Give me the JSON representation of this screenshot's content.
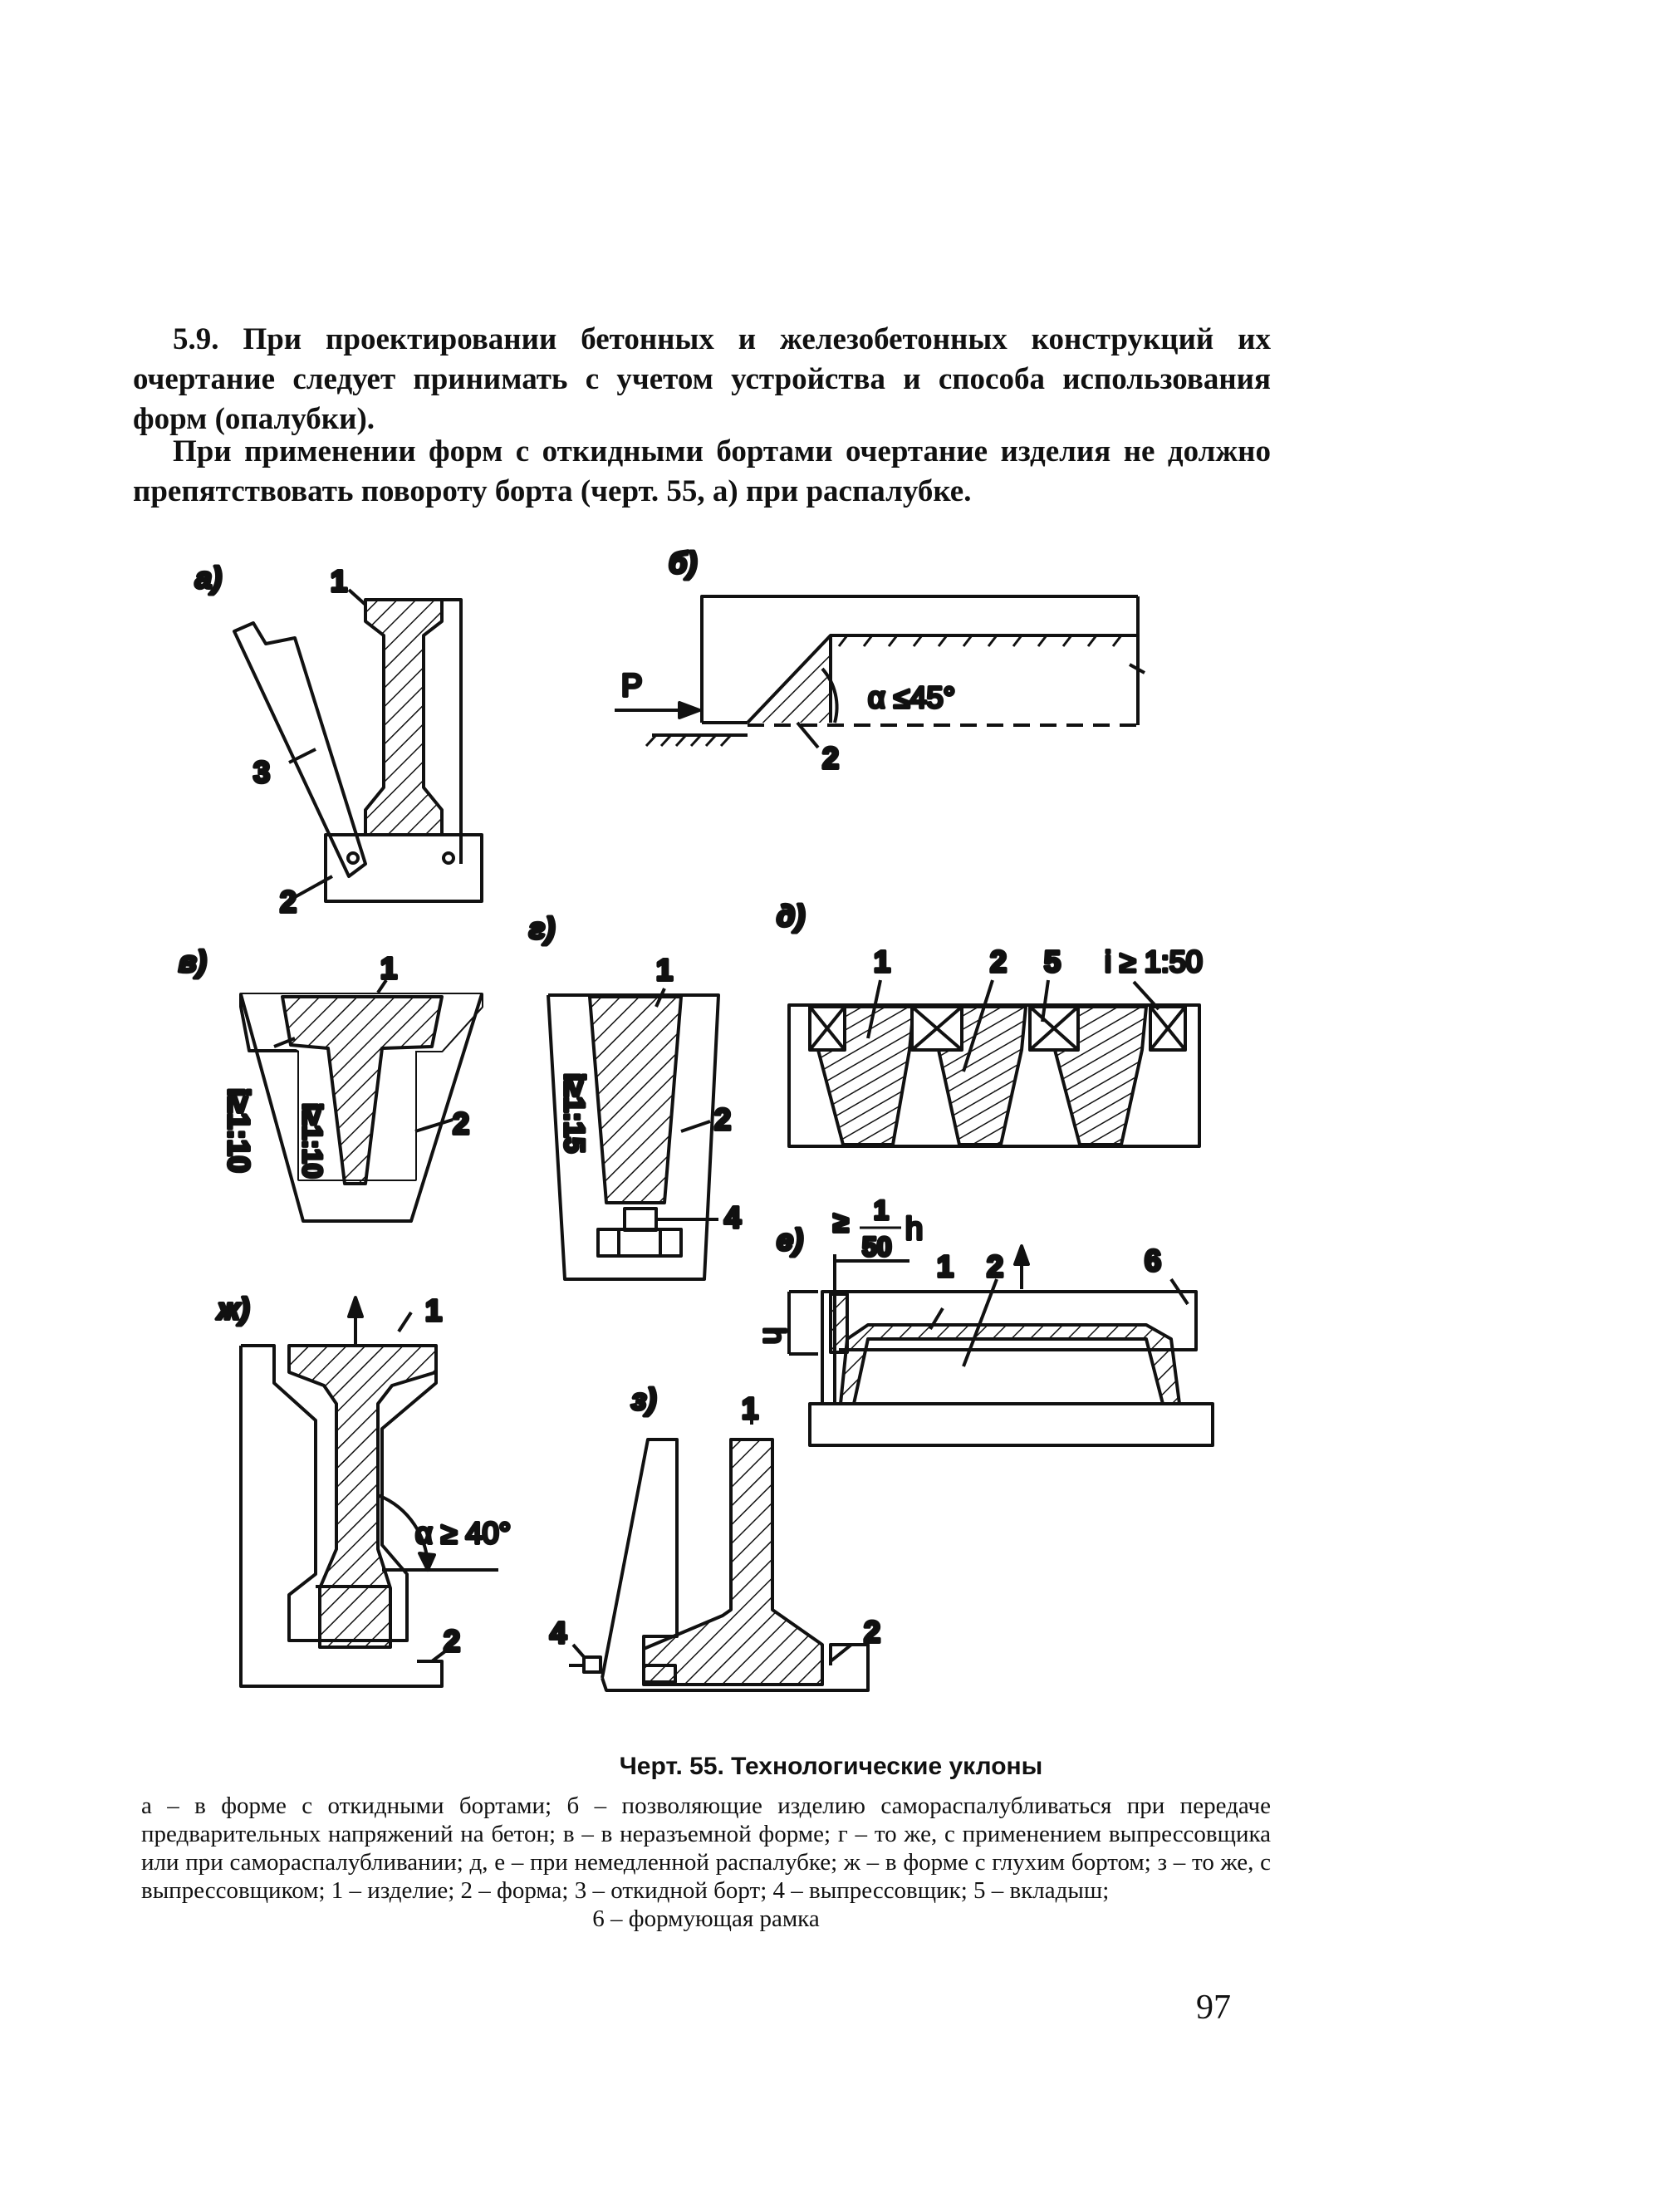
{
  "text": {
    "p1_num": "5.9.",
    "p1_body": "При проектировании бетонных и железобетонных конструкций их очертание следует принимать с учетом устройства и способа использования форм (опалубки).",
    "p2_body": "При применении форм с откидными бортами очертание изделия не должно препятствовать повороту борта (черт. 55, а) при распалубке."
  },
  "figure": {
    "panel_a": "а)",
    "panel_b": "б)",
    "panel_v": "в)",
    "panel_g": "г)",
    "panel_d": "д)",
    "panel_e": "е)",
    "panel_zh": "ж)",
    "panel_z": "з)",
    "label_P": "P",
    "angle_b": "α ≤45°",
    "angle_zh": "α ≥ 40°",
    "slope_v1": "i≥1:10",
    "slope_v2": "i≥1:10",
    "slope_g": "i≥1:15",
    "slope_d": "i ≥ 1:50",
    "label_h": "h",
    "frac_num": "1",
    "frac_den": "50",
    "frac_prefix": "≥",
    "n1": "1",
    "n2": "2",
    "n3": "3",
    "n4": "4",
    "n5": "5",
    "n6": "6"
  },
  "caption": {
    "title": "Черт. 55. Технологические уклоны",
    "legend_main": "а – в форме с откидными бортами; б – позволяющие изделию самораспалубливаться при передаче предварительных напряжений на бетон; в – в неразъемной форме; г – то же, с применением выпрессовщика или при самораспалубливании; д, е – при немедленной распалубке; ж – в форме с глухим бортом; з – то же, с выпрессовщиком; 1 – изделие; 2 – форма; 3 – откидной борт; 4 – выпрессовщик; 5 – вкладыш;",
    "legend_last": "6 – формующая рамка"
  },
  "page_number": "97"
}
